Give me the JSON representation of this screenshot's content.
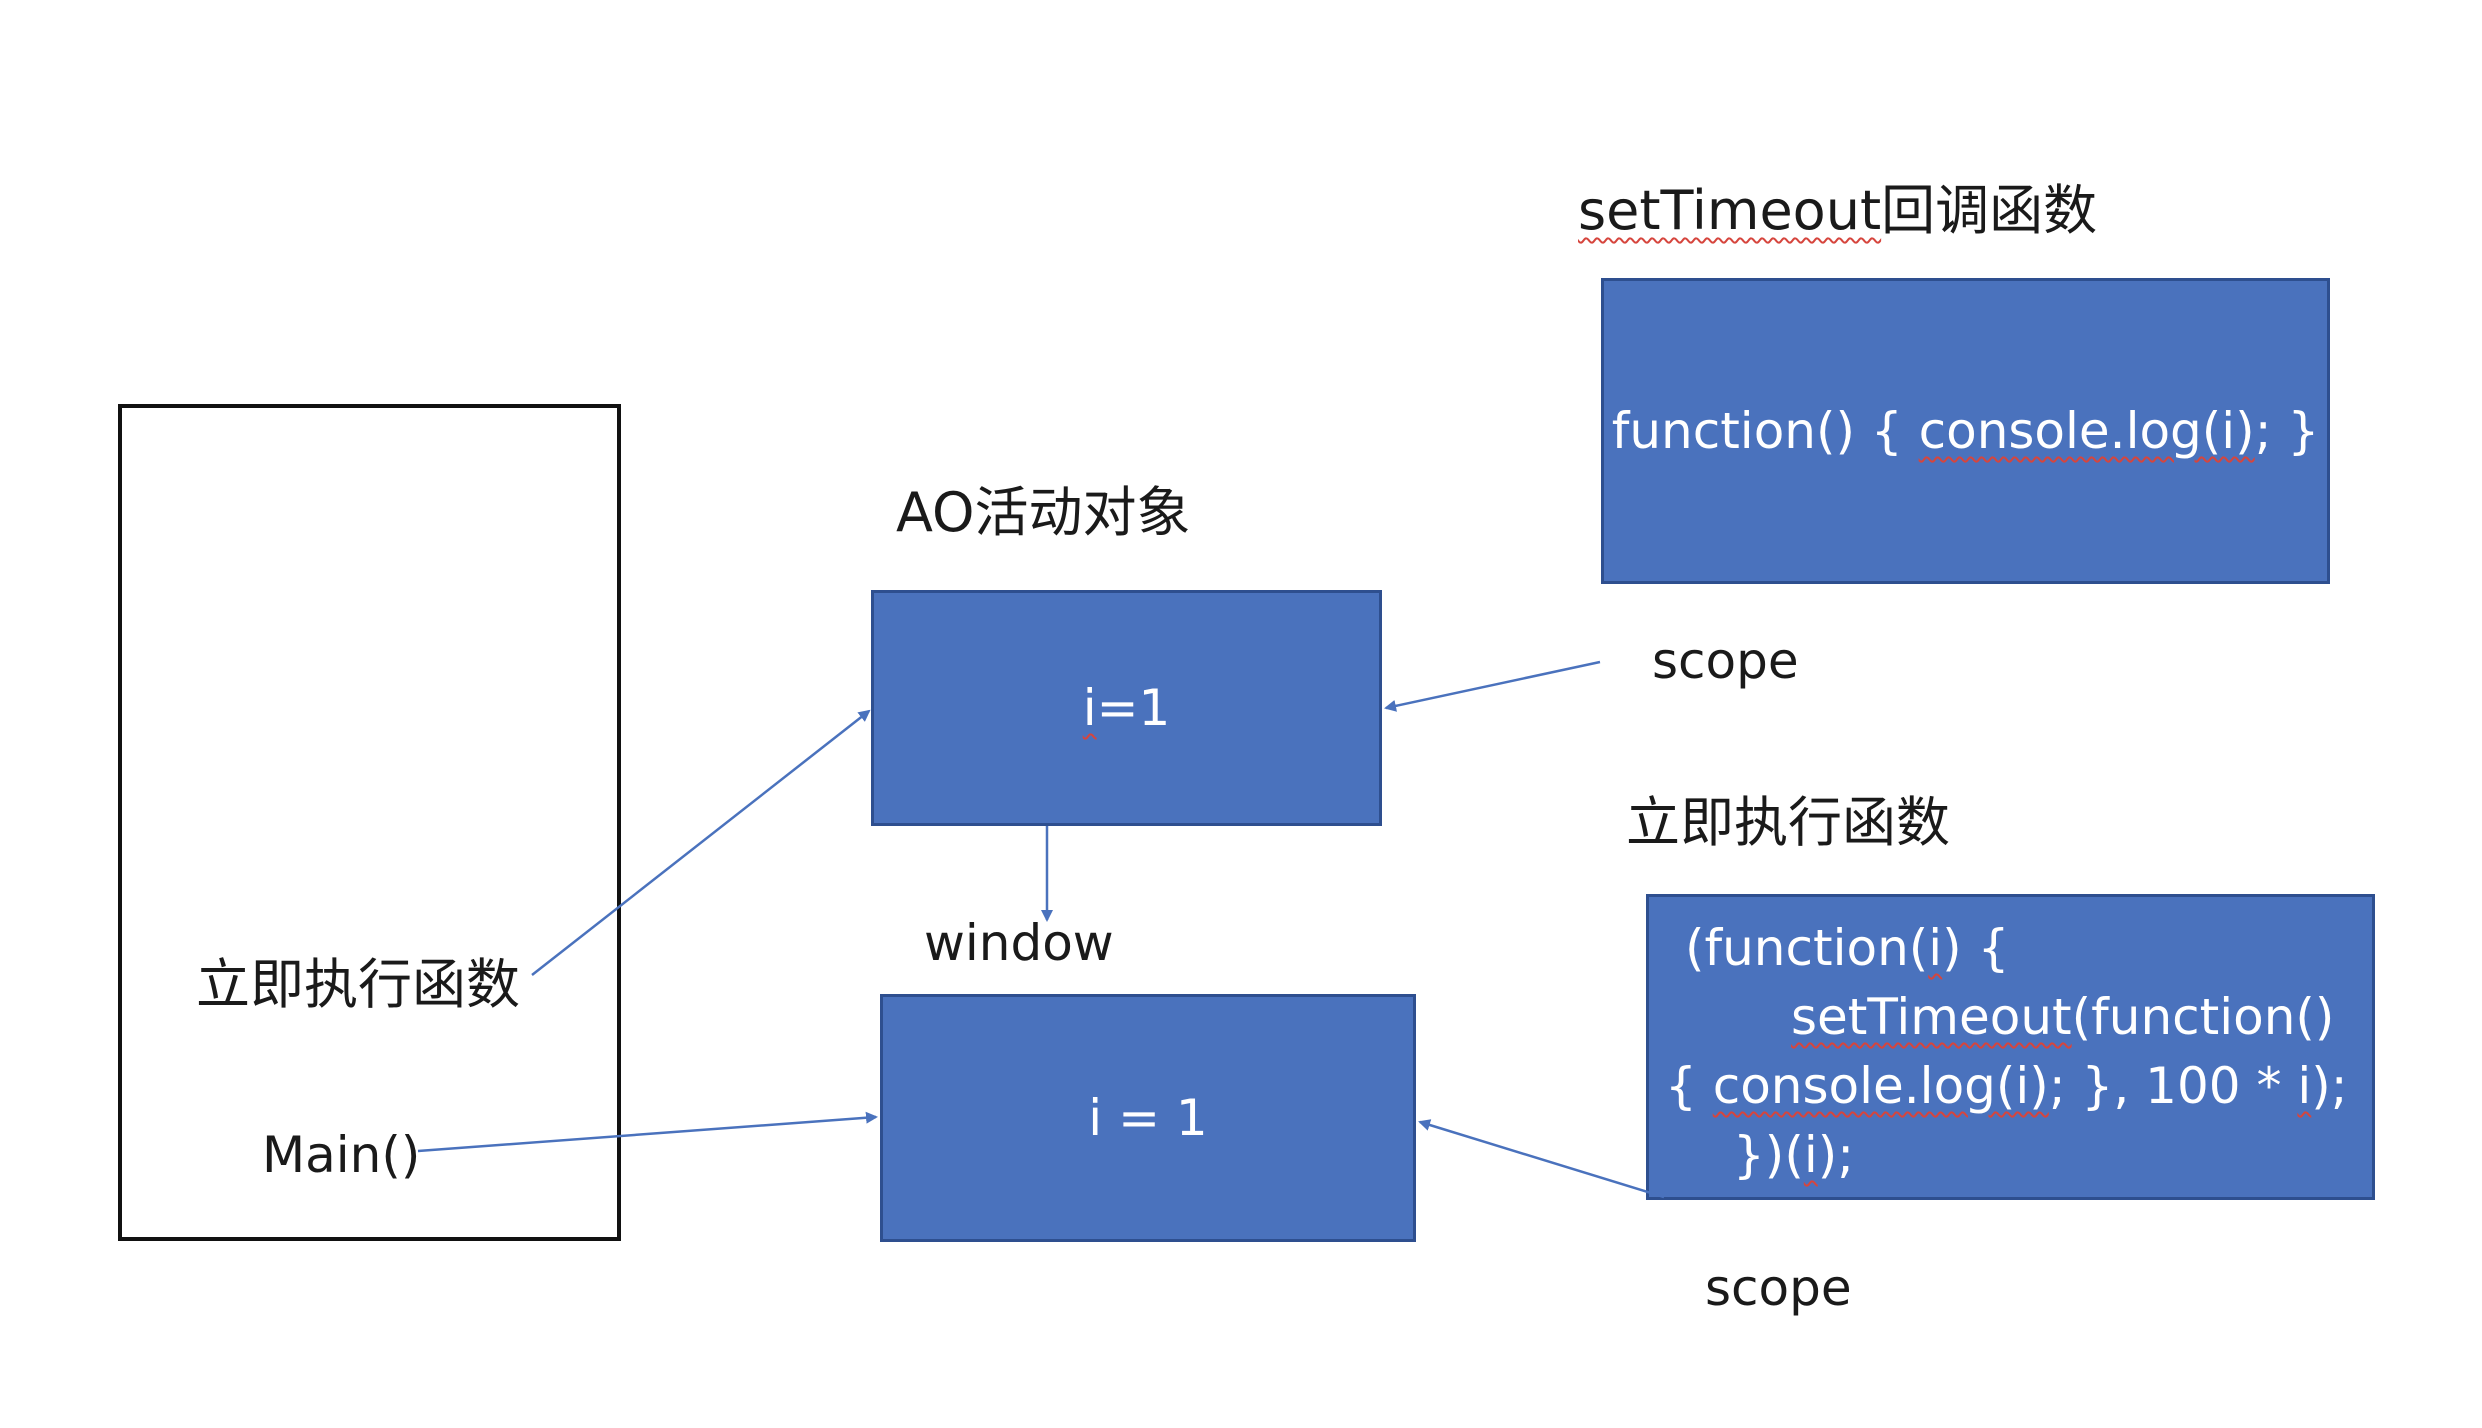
{
  "title_settimeout": {
    "prefix": "setTimeout",
    "suffix": "回调函数"
  },
  "callback_box": {
    "code_prefix": "function() { ",
    "code_call": "console.log(i)",
    "code_suffix": "; }"
  },
  "scope_top": "scope",
  "ao_title": "AO活动对象",
  "ao_box": {
    "text_var": "i",
    "text_rest": "=1"
  },
  "iife_title": "立即执行函数",
  "iife_box": {
    "line1_prefix": "(function(",
    "line1_arg": "i",
    "line1_suffix": ") {",
    "line2_fn": "setTimeout",
    "line2_rest": "(function()",
    "line3_prefix": "{ ",
    "line3_call": "console.log(i)",
    "line3_mid": "; }, 100 * ",
    "line3_var": "i",
    "line3_suffix": ");",
    "line4_prefix": "})(",
    "line4_arg": "i",
    "line4_suffix": ");"
  },
  "window_label": "window",
  "window_box": "i = 1",
  "stack_iife_label": "立即执行函数",
  "stack_main_label": "Main()",
  "scope_bottom": "scope",
  "colors": {
    "box_fill": "#4a72bd",
    "box_border": "#2e4f8f",
    "arrow": "#4a72bd",
    "squiggle": "#d6453d"
  }
}
